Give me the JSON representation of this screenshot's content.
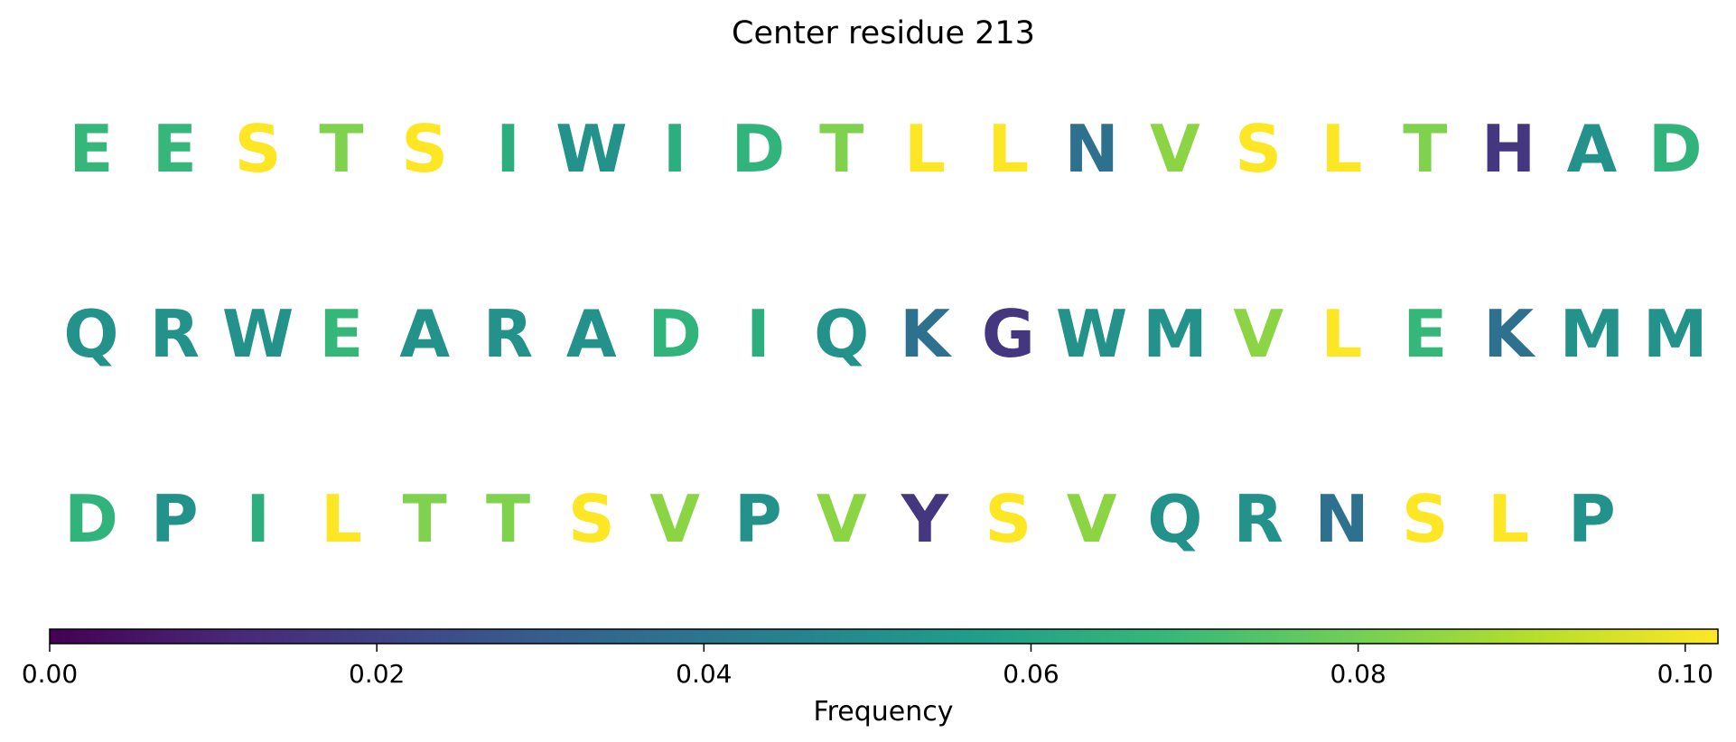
{
  "chart_data": {
    "type": "sequence-frequency",
    "title": "Center residue 213",
    "rows": [
      {
        "letters": [
          "E",
          "E",
          "S",
          "T",
          "S",
          "I",
          "W",
          "I",
          "D",
          "T",
          "L",
          "L",
          "N",
          "V",
          "S",
          "L",
          "T",
          "H",
          "A",
          "D"
        ],
        "values": [
          0.068,
          0.068,
          0.102,
          0.082,
          0.102,
          0.064,
          0.052,
          0.064,
          0.066,
          0.082,
          0.102,
          0.102,
          0.038,
          0.084,
          0.102,
          0.102,
          0.082,
          0.016,
          0.052,
          0.066
        ]
      },
      {
        "letters": [
          "Q",
          "R",
          "W",
          "E",
          "A",
          "R",
          "A",
          "D",
          "I",
          "Q",
          "K",
          "G",
          "W",
          "M",
          "V",
          "L",
          "E",
          "K",
          "M",
          "M"
        ],
        "values": [
          0.052,
          0.052,
          0.052,
          0.068,
          0.052,
          0.052,
          0.052,
          0.066,
          0.064,
          0.052,
          0.038,
          0.016,
          0.052,
          0.052,
          0.084,
          0.102,
          0.068,
          0.038,
          0.052,
          0.052
        ]
      },
      {
        "letters": [
          "D",
          "P",
          "I",
          "L",
          "T",
          "T",
          "S",
          "V",
          "P",
          "V",
          "Y",
          "S",
          "V",
          "Q",
          "R",
          "N",
          "S",
          "L",
          "P"
        ],
        "values": [
          0.066,
          0.052,
          0.064,
          0.102,
          0.082,
          0.082,
          0.102,
          0.084,
          0.052,
          0.084,
          0.016,
          0.102,
          0.084,
          0.052,
          0.052,
          0.038,
          0.102,
          0.102,
          0.052
        ]
      }
    ],
    "colorbar": {
      "label": "Frequency",
      "min": 0.0,
      "max": 0.102,
      "ticks": [
        0.0,
        0.02,
        0.04,
        0.06,
        0.08,
        0.1
      ],
      "tick_labels": [
        "0.00",
        "0.02",
        "0.04",
        "0.06",
        "0.08",
        "0.10"
      ],
      "colormap": "viridis",
      "colormap_stops": [
        "#440154",
        "#482878",
        "#3e4989",
        "#31688e",
        "#26828e",
        "#1f9e89",
        "#35b779",
        "#6ece58",
        "#b5de2b",
        "#fde725"
      ]
    }
  }
}
